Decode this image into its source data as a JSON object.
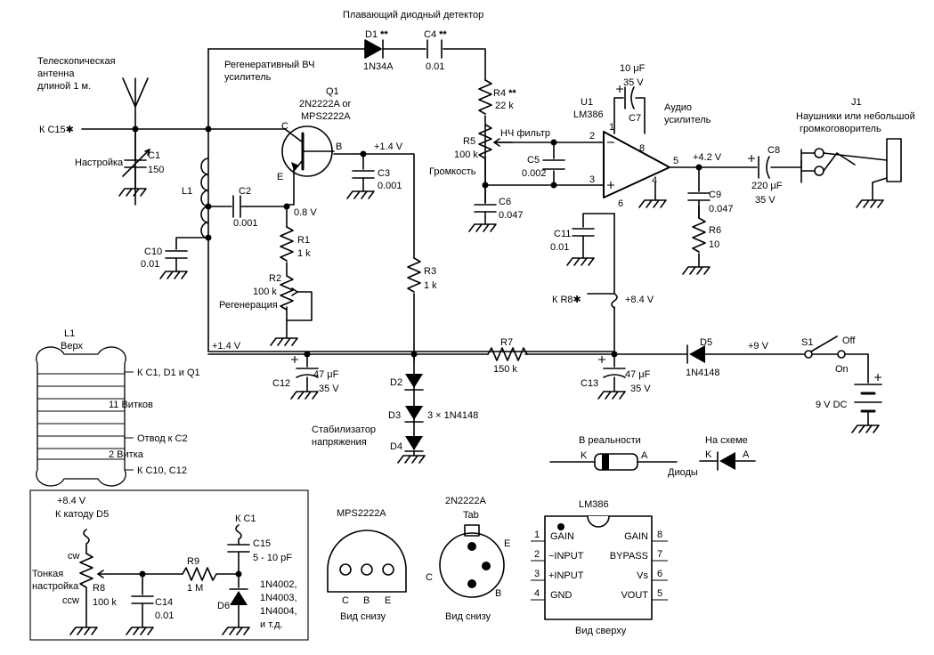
{
  "labels": {
    "detector_title": "Плавающий диодный детектор",
    "d1": "D1",
    "d1_stars": "**",
    "d1_val": "1N34A",
    "c4": "C4",
    "c4_stars": "**",
    "c4_val": "0.01",
    "rf_amp_1": "Регенеративный ВЧ",
    "rf_amp_2": "усилитель",
    "antenna_1": "Телескопическая",
    "antenna_2": "антенна",
    "antenna_3": "длиной 1 м.",
    "to_c15": "К C15",
    "star": "✱",
    "c1": "C1",
    "c1_val": "150",
    "tuning": "Настройка",
    "l1": "L1",
    "q1": "Q1",
    "q1_val1": "2N2222A",
    "q1_or": "or",
    "q1_val2": "MPS2222A",
    "pin_c": "C",
    "pin_b": "B",
    "pin_e": "E",
    "v_b": "+1.4 V",
    "c3": "C3",
    "c3_val": "0.001",
    "c2": "C2",
    "c2_val": "0.001",
    "v_e": "0.8 V",
    "r1": "R1",
    "r1_val": "1 k",
    "r2": "R2",
    "r2_val": "100 k",
    "regen": "Регенерация",
    "r3": "R3",
    "r3_val": "1 k",
    "c10": "C10",
    "c10_val": "0.01",
    "v_rail": "+1.4 V",
    "r4": "R4",
    "r4_stars": "**",
    "r4_val": "22 k",
    "r5": "R5",
    "r5_val": "100 k",
    "lpf": "НЧ фильтр",
    "volume": "Громкость",
    "c5": "C5",
    "c5_val": "0.002",
    "c6": "C6",
    "c6_val": "0.047",
    "c7_val": "10 μF",
    "c7_volt": "35 V",
    "c7": "C7",
    "u1": "U1",
    "u1_val": "LM386",
    "audio_amp_1": "Аудио",
    "audio_amp_2": "усилитель",
    "pin2": "2",
    "pin3": "3",
    "pin8": "8",
    "pin1": "1",
    "pin5": "5",
    "pin4": "4",
    "pin6": "6",
    "v_out": "+4.2 V",
    "c8": "C8",
    "c8_val": "220 μF",
    "c8_volt": "35 V",
    "c9": "C9",
    "c9_val": "0.047",
    "r6": "R6",
    "r6_val": "10",
    "j1": "J1",
    "j1_desc1": "Наушники или небольшой",
    "j1_desc2": "громкоговоритель",
    "c11": "C11",
    "c11_val": "0.01",
    "to_r8": "К R8",
    "v_84": "+8.4 V",
    "r7": "R7",
    "r7_val": "150 k",
    "c12": "C12",
    "c12_val": "47 μF",
    "c12_volt": "35 V",
    "c13": "C13",
    "c13_val": "47 μF",
    "c13_volt": "35 V",
    "d2": "D2",
    "d3": "D3",
    "d3_val": "3 × 1N4148",
    "d4": "D4",
    "stab_1": "Стабилизатор",
    "stab_2": "напряжения",
    "d5": "D5",
    "d5_val": "1N4148",
    "v_9": "+9 V",
    "s1": "S1",
    "off": "Off",
    "on": "On",
    "batt": "9 V DC"
  },
  "coil": {
    "title": "L1",
    "top": "Верх",
    "to_top": "К C1, D1 и Q1",
    "turns11": "11 Витков",
    "tap": "Отвод к C2",
    "turns2": "2 Витка",
    "to_bottom": "К  C10,  C12"
  },
  "diodes": {
    "real": "В реальности",
    "schematic": "На схеме",
    "caption": "Диоды",
    "k": "K",
    "a": "A"
  },
  "fine_tune": {
    "v": "+8.4 V",
    "to_d5": "К катоду D5",
    "cw": "cw",
    "ccw": "ccw",
    "label_1": "Тонкая",
    "label_2": "настройка",
    "r8": "R8",
    "r8_val": "100 k",
    "r9": "R9",
    "r9_val": "1 M",
    "c14": "C14",
    "c14_val": "0.01",
    "to_c1": "К C1",
    "c15": "C15",
    "c15_val": "5 - 10 pF",
    "d6": "D6",
    "d6_val1": "1N4002,",
    "d6_val2": "1N4003,",
    "d6_val3": "1N4004,",
    "d6_val4": "и т.д."
  },
  "packages": {
    "mps_title": "MPS2222A",
    "mps_pins": [
      "C",
      "B",
      "E"
    ],
    "mps_view": "Вид снизу",
    "n2_title": "2N2222A",
    "n2_tab": "Tab",
    "n2_e": "E",
    "n2_c": "C",
    "n2_b": "B",
    "n2_view": "Вид снизу",
    "lm_title": "LM386",
    "lm_view": "Вид сверху",
    "lm_left_nums": [
      "1",
      "2",
      "3",
      "4"
    ],
    "lm_left": [
      "GAIN",
      "−INPUT",
      "+INPUT",
      "GND"
    ],
    "lm_right_nums": [
      "8",
      "7",
      "6",
      "5"
    ],
    "lm_right": [
      "GAIN",
      "BYPASS",
      "Vs",
      "VOUT"
    ]
  }
}
